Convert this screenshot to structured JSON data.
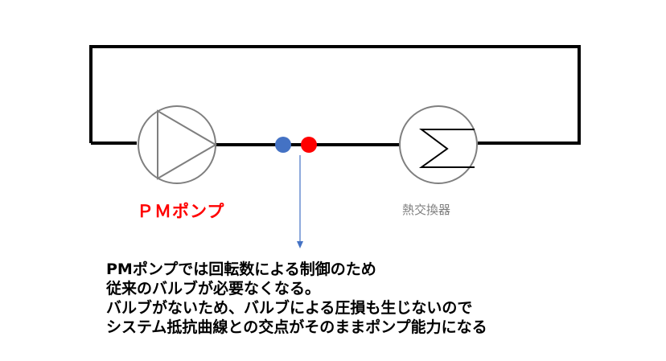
{
  "pump": {
    "label": "ＰＭポンプ",
    "label_color": "#ff0000"
  },
  "heat_exchanger": {
    "label": "熱交換器"
  },
  "colors": {
    "pipe": "#000000",
    "equipment_outline": "#7f7f7f",
    "blue_dot": "#4472c4",
    "red_dot": "#ff0000",
    "arrow": "#4472c4"
  },
  "note": {
    "lines": [
      "PMポンプでは回転数による制御のため",
      "従来のバルブが必要なくなる。",
      "バルブがないため、バルブによる圧損も生じないので",
      "システム抵抗曲線との交点がそのままポンプ能力になる"
    ]
  }
}
